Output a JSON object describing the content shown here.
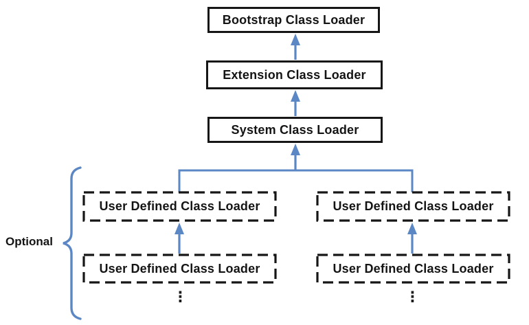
{
  "boxes": {
    "bootstrap": "Bootstrap Class Loader",
    "extension": "Extension Class Loader",
    "system": "System Class Loader",
    "user_defined": [
      "User Defined Class Loader",
      "User Defined Class Loader",
      "User Defined Class Loader",
      "User Defined Class Loader"
    ]
  },
  "labels": {
    "optional": "Optional",
    "ellipsis": "⋮"
  },
  "colors": {
    "connector": "#5b87c5",
    "box_border": "#161616",
    "text": "#141414",
    "background": "#ffffff"
  }
}
